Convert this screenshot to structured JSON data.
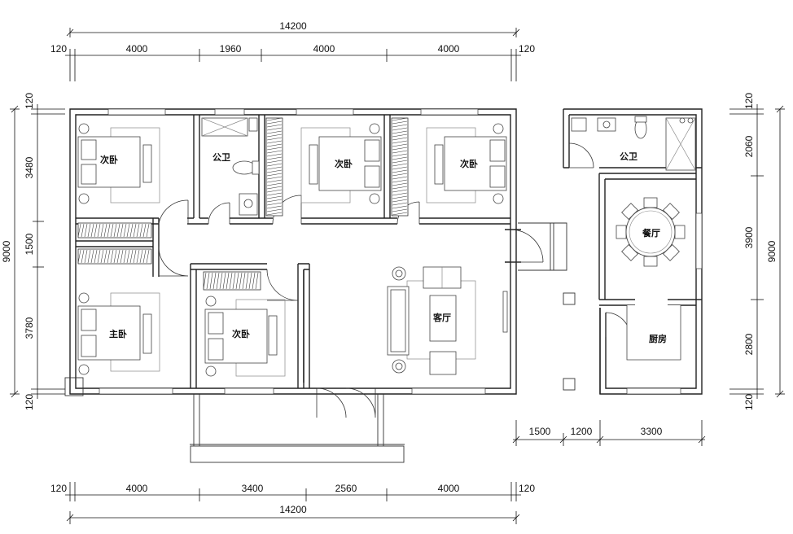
{
  "dimensions": {
    "top_total": "14200",
    "top_segments": [
      "120",
      "4000",
      "1960",
      "4000",
      "4000",
      "120"
    ],
    "bottom_total": "14200",
    "bottom_segments": [
      "120",
      "4000",
      "3400",
      "2560",
      "4000",
      "120"
    ],
    "left_total": "9000",
    "left_segments": [
      "120",
      "3480",
      "1500",
      "3780",
      "120"
    ],
    "right_total": "9000",
    "right_segments": [
      "120",
      "2060",
      "3900",
      "2800",
      "120"
    ],
    "annex_bottom": [
      "1500",
      "1200",
      "3300"
    ]
  },
  "rooms": {
    "secondary_bedroom": "次卧",
    "master_bedroom": "主卧",
    "public_bathroom": "公卫",
    "living_room": "客厅",
    "dining_room": "餐厅",
    "kitchen": "厨房"
  }
}
